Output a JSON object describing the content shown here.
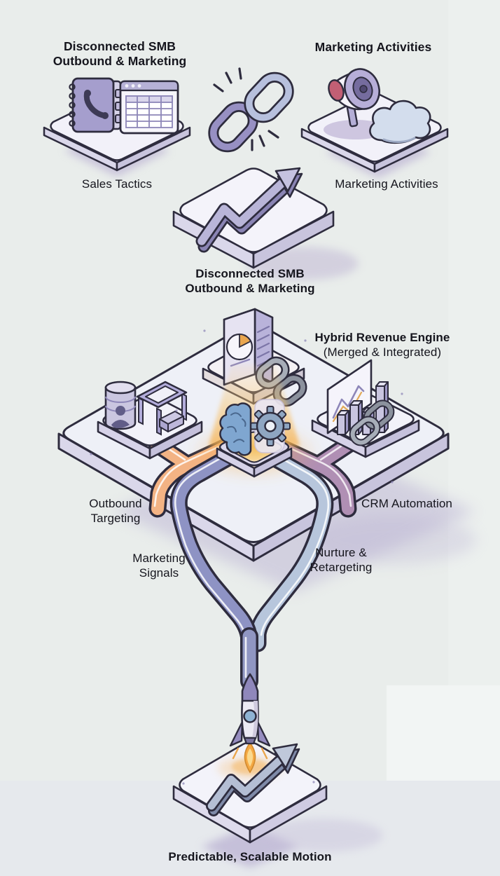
{
  "diagram_title": "SMB outbound and marketing to hybrid revenue engine flow",
  "labels": {
    "top_left_line1": "Disconnected SMB",
    "top_left_line2": "Outbound & Marketing",
    "top_right": "Marketing Activities",
    "sales_tactics": "Sales Tactics",
    "marketing_activities": "Marketing Activities",
    "center_line1": "Disconnected SMB",
    "center_line2": "Outbound & Marketing",
    "hybrid_line1": "Hybrid Revenue Engine",
    "hybrid_line2": "(Merged & Integrated)",
    "outbound_line1": "Outbound",
    "outbound_line2": "Targeting",
    "crm": "CRM Automation",
    "signals_line1": "Marketing",
    "signals_line2": "Signals",
    "nurture_line1": "Nurture &",
    "nurture_line2": "Retargeting",
    "outcome": "Predictable, Scalable Motion"
  },
  "icons": {
    "contact_book": "phone-directory",
    "spreadsheet": "table-window",
    "broken_chain": "snapped-link",
    "megaphone": "announce-horn",
    "cloud": "cloud",
    "growth_arrow": "zigzag-up-arrow",
    "report_document": "pie-report-slab",
    "chain_link": "linked-chain",
    "database_contact": "user-database-cylinder",
    "frame_structure": "iso-frame-stand",
    "chart_board": "line-chart-board",
    "bar_chart": "iso-bars",
    "brain_gear": "ai-brain-cog",
    "rocket": "launching-rocket",
    "flame": "thrust-flame"
  },
  "colors": {
    "background": "#e9edeb",
    "outline": "#2e2c3e",
    "text": "#15151d",
    "platform_top": "#f2f1f9",
    "platform_side": "#cfcbe2",
    "shadow_purple": "#b7aed2",
    "pipe_outbound": "#f3b384",
    "pipe_marketing_signals": "#8e93c4",
    "pipe_nurture": "#b7c6dc",
    "pipe_crm": "#b08fb4",
    "engine_glow": "#f2bc62",
    "chain_gray": "#a7adb8",
    "brain_blue": "#7fa6d0",
    "gear_blue": "#8fa6c2"
  }
}
